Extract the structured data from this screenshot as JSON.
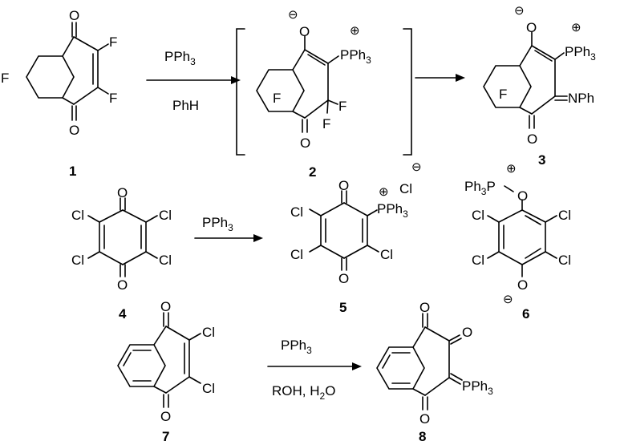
{
  "compounds": {
    "c1": {
      "number": "1",
      "ring_label": "F",
      "substituents": [
        "F",
        "F"
      ],
      "oxygens": [
        "O",
        "O"
      ]
    },
    "c2": {
      "number": "2",
      "ring_label": "F",
      "phosphonium": "PPh",
      "phosphonium_sub": "3",
      "anion_o": "O",
      "halogens": [
        "F",
        "F"
      ],
      "carbonyl_o": "O",
      "plus": "⊕",
      "minus": "⊖"
    },
    "c3": {
      "number": "3",
      "ring_label": "F",
      "phosphonium": "PPh",
      "phosphonium_sub": "3",
      "anion_o": "O",
      "imine": "NPh",
      "carbonyl_o": "O",
      "plus": "⊕",
      "minus": "⊖"
    },
    "c4": {
      "number": "4",
      "substituents": [
        "Cl",
        "Cl",
        "Cl",
        "Cl"
      ],
      "oxygens": [
        "O",
        "O"
      ]
    },
    "c5": {
      "number": "5",
      "phosphonium": "PPh",
      "phosphonium_sub": "3",
      "substituents": [
        "Cl",
        "Cl",
        "Cl"
      ],
      "oxygens": [
        "O",
        "O"
      ],
      "counterion": "Cl",
      "plus": "⊕",
      "minus": "⊖"
    },
    "c6": {
      "number": "6",
      "phosphorus_group": "Ph",
      "phosphorus_group_sub": "3",
      "phosphorus": "P",
      "ether_o": "O",
      "substituents": [
        "Cl",
        "Cl",
        "Cl",
        "Cl"
      ],
      "anion_o": "O",
      "plus": "⊕",
      "minus": "⊖"
    },
    "c7": {
      "number": "7",
      "substituents": [
        "Cl",
        "Cl"
      ],
      "oxygens": [
        "O",
        "O"
      ]
    },
    "c8": {
      "number": "8",
      "oxygens": [
        "O",
        "O",
        "O"
      ],
      "ylide": "PPh",
      "ylide_sub": "3"
    }
  },
  "reactions": {
    "r1": {
      "reagent": "PPh",
      "reagent_sub": "3",
      "solvent": "PhH"
    },
    "r2": {
      "reagent": "PPh",
      "reagent_sub": "3"
    },
    "r3": {
      "reagent": "PPh",
      "reagent_sub": "3",
      "conditions_a": "ROH, H",
      "conditions_sub": "2",
      "conditions_b": "O"
    }
  }
}
